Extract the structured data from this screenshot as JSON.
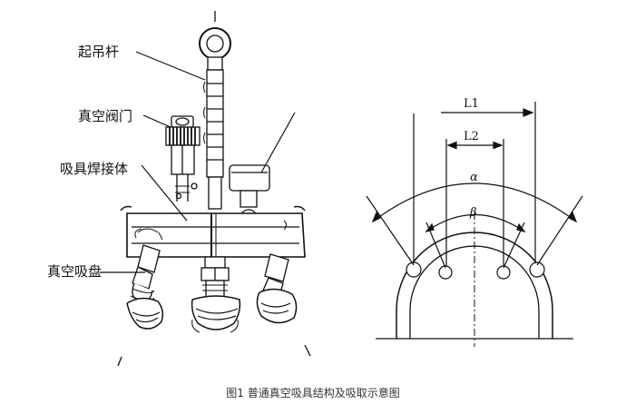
{
  "labels": {
    "lifting_rod": "起吊杆",
    "vacuum_valve": "真空阀门",
    "welded_body": "吸具焊接体",
    "suction_cup": "真空吸盘"
  },
  "dimensions": {
    "l1": "L1",
    "l2": "L2",
    "alpha": "α",
    "beta": "β"
  },
  "caption": "图1 普通真空吸具结构及吸取示意图"
}
